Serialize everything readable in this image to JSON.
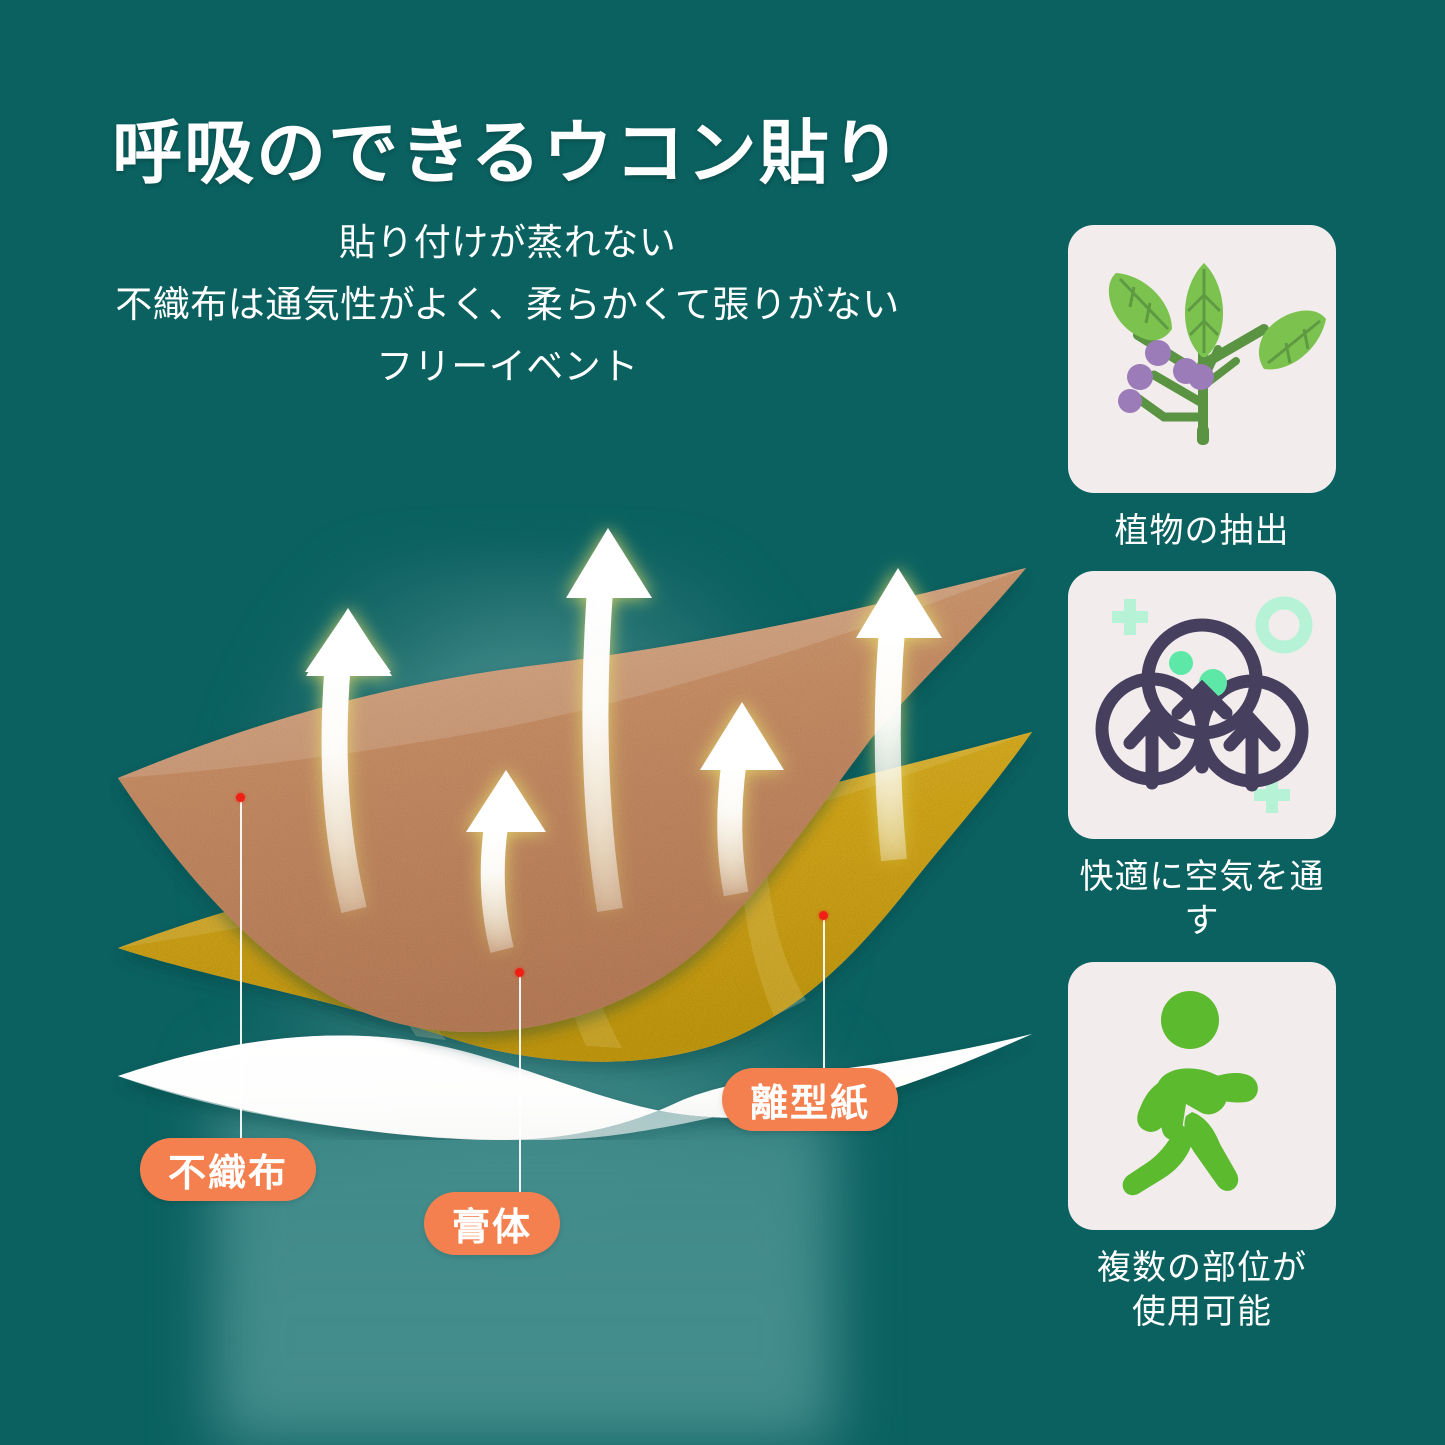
{
  "page": {
    "background_color": "#0a6160",
    "glow_color": "#4a9191"
  },
  "headline": {
    "title": "呼吸のできるウコン貼り",
    "sub_line_1": "貼り付けが蒸れない",
    "sub_line_2": "不織布は通気性がよく、柔らかくて張りがない",
    "sub_line_3": "フリーイベント"
  },
  "illustration": {
    "name": "layered-patch-cross-section",
    "layers": [
      {
        "id": "nonwoven",
        "label": "不織布",
        "color": "#c89068",
        "description": "top tan non-woven fabric sheet"
      },
      {
        "id": "paste",
        "label": "膏体",
        "color": "#d4a819",
        "description": "middle golden turmeric paste layer"
      },
      {
        "id": "release",
        "label": "離型紙",
        "color": "#ffffff",
        "description": "bottom white release paper"
      }
    ],
    "airflow_arrows": 5,
    "arrow_color": "#ffffff",
    "arrow_glow_color": "#e8e06a",
    "callout_dot_color": "#f01e14",
    "callout_line_color": "#ffffff"
  },
  "pills": {
    "accent_color": "#f5804f",
    "items": [
      {
        "name": "pill-nonwoven",
        "label": "不織布"
      },
      {
        "name": "pill-paste",
        "label": "膏体"
      },
      {
        "name": "pill-release",
        "label": "離型紙"
      }
    ]
  },
  "features": {
    "card_background": "#f2edec",
    "items": [
      {
        "icon": "plant-sprig-icon",
        "label": "植物の抽出",
        "label_line_2": "",
        "leaf_color": "#7cc24f",
        "stem_color": "#5a9442",
        "berry_color": "#9b7cb8"
      },
      {
        "icon": "breathable-cotton-airflow-icon",
        "label": "快適に空気を通す",
        "label_line_2": "",
        "outline_color": "#473f5e",
        "accent_color": "#5ee8a8",
        "decor_color": "#b6f2d6"
      },
      {
        "icon": "walking-person-icon",
        "label": "複数の部位が",
        "label_line_2": "使用可能",
        "figure_color": "#5cba2e"
      }
    ]
  }
}
